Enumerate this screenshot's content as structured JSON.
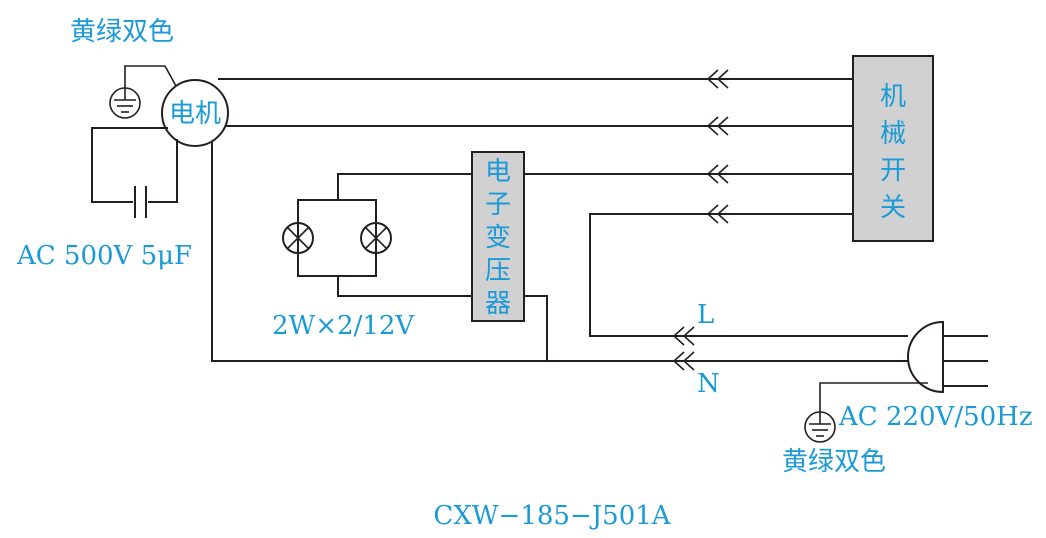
{
  "labels": {
    "ground_top": "黄绿双色",
    "motor": "电机",
    "capacitor": "AC 500V 5μF",
    "lamps": "2W×2/12V",
    "transformer": [
      "电",
      "子",
      "变",
      "压",
      "器"
    ],
    "switch": [
      "机",
      "械",
      "开",
      "关"
    ],
    "line_L": "L",
    "line_N": "N",
    "supply": "AC 220V/50Hz",
    "ground_bottom": "黄绿双色",
    "model": "CXW−185−J501A"
  },
  "colors": {
    "label_text": "#1a9ad7",
    "wire": "#231f20",
    "box_fill": "#d1d1d1"
  },
  "icons": [
    "ground-icon",
    "lamp-icon",
    "capacitor-icon",
    "connector-icon",
    "plug-icon"
  ]
}
